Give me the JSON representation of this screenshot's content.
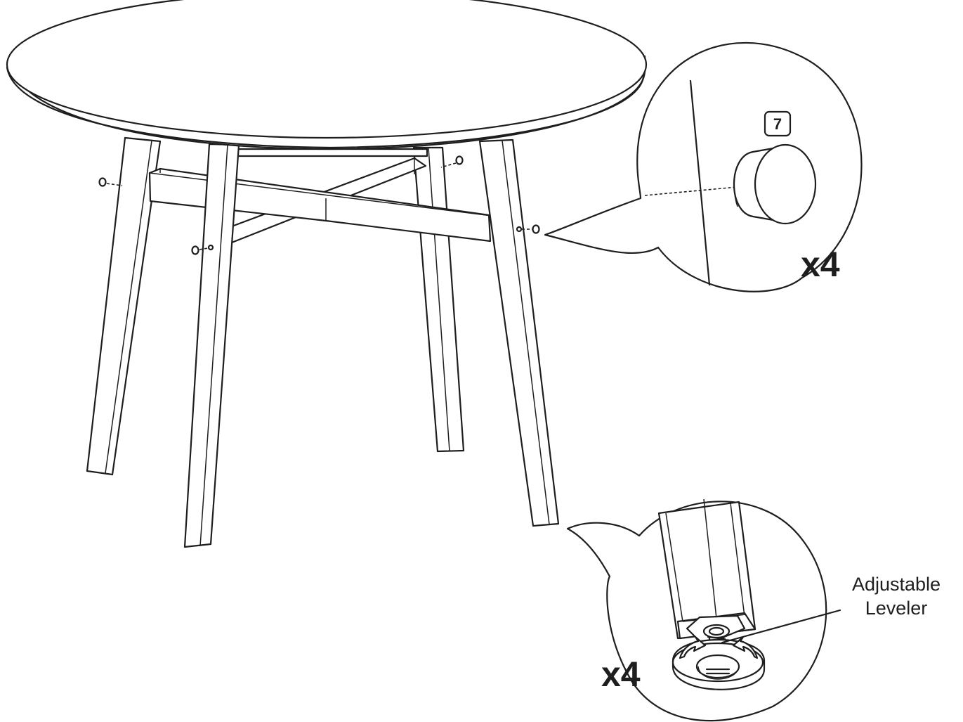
{
  "labels": {
    "part_number": "7",
    "quantity_top": "x4",
    "quantity_bottom": "x4",
    "leveler_line1": "Adjustable",
    "leveler_line2": "Leveler"
  },
  "icons": {
    "part_badge": "numbered-square-badge",
    "wood_dowel": "cylinder-dowel",
    "leveler": "screw-foot-leveler",
    "rotation": "curved-rotation-arrow"
  },
  "colors": {
    "line": "#1e1e1e",
    "background": "#ffffff"
  }
}
